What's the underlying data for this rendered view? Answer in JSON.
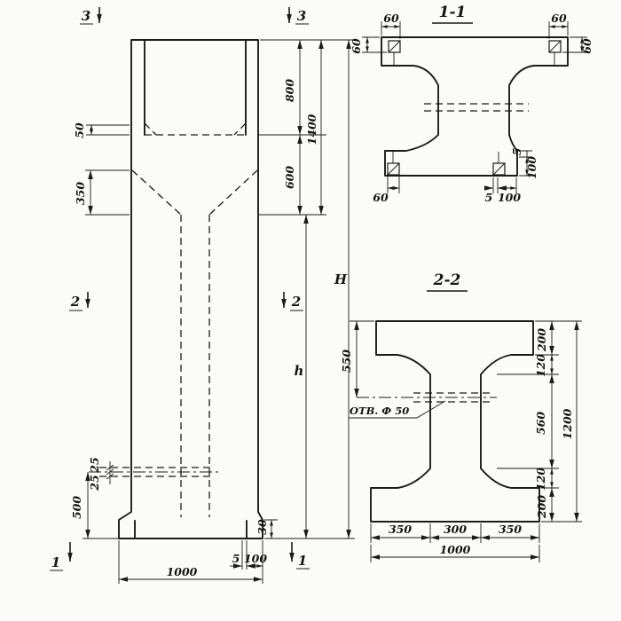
{
  "colors": {
    "ink": "#1b1b1b",
    "paper": "#fbfbf9"
  },
  "elevation": {
    "marks": {
      "top_left": "3",
      "top_right": "3",
      "mid_left": "2",
      "mid_right": "2",
      "bottom_left": "1",
      "bottom_right": "1"
    },
    "dims": {
      "d50": "50",
      "d350": "350",
      "d800": "800",
      "d1400": "1400",
      "d600": "600",
      "H": "H",
      "h": "h",
      "d25a": "25",
      "d25b": "25",
      "d500": "500",
      "d30": "30",
      "d5": "5",
      "d100": "100",
      "d1000": "1000"
    }
  },
  "section_1_1": {
    "title": "1-1",
    "dims": {
      "d60_tl": "60",
      "d60_tl_side": "60",
      "d60_tr": "60",
      "d60_tr_side": "60",
      "d60_bl": "60",
      "d5_bottom": "5",
      "d100_bottom": "100",
      "d5_side": "5",
      "d100_side": "100"
    }
  },
  "section_2_2": {
    "title": "2-2",
    "hole_label": "ОТВ. Ф 50",
    "dims": {
      "d550": "550",
      "d200_top": "200",
      "d120_top": "120",
      "d560": "560",
      "d120_bottom": "120",
      "d200_bottom": "200",
      "d1200": "1200",
      "d350_left": "350",
      "d300": "300",
      "d350_right": "350",
      "d1000": "1000"
    }
  }
}
